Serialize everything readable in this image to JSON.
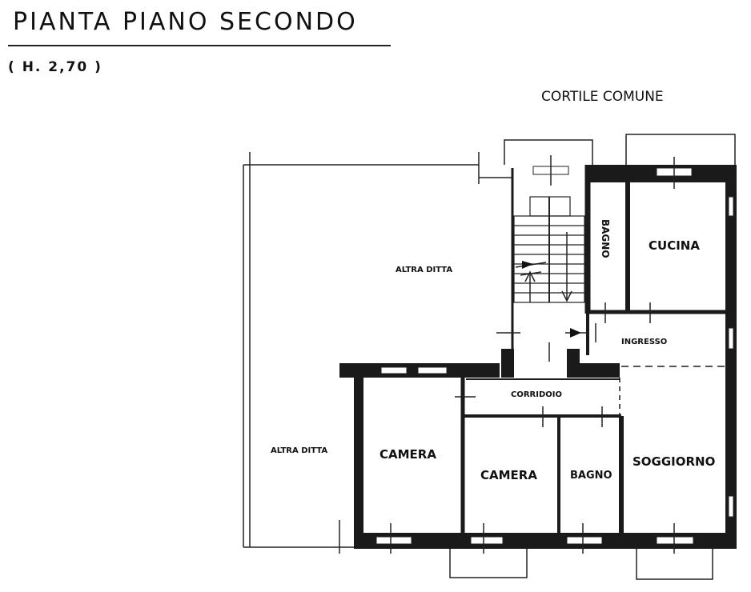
{
  "title": "PIANTA PIANO SECONDO",
  "height_note": "( H. 2,70 )",
  "labels": {
    "cortile": "CORTILE COMUNE",
    "altra_ditta_top": "ALTRA DITTA",
    "altra_ditta_left": "ALTRA DITTA",
    "bagno_top": "BAGNO",
    "cucina": "CUCINA",
    "ingresso": "INGRESSO",
    "corridoio": "CORRIDOIO",
    "camera_1": "CAMERA",
    "camera_2": "CAMERA",
    "bagno_bottom": "BAGNO",
    "soggiorno": "SOGGIORNO"
  }
}
